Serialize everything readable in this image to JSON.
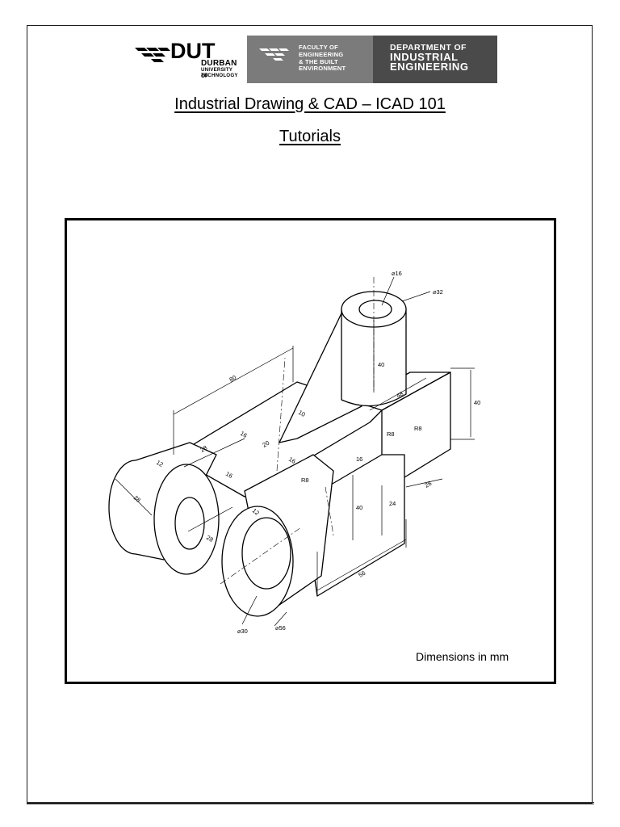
{
  "header": {
    "dut_logo": {
      "word": "DUT",
      "line1": "DURBAN",
      "line2": "UNIVERSITY OF",
      "line3": "TECHNOLOGY"
    },
    "faculty_banner": {
      "line1": "FACULTY OF",
      "line2": "ENGINEERING",
      "line3": "& THE BUILT",
      "line4": "ENVIRONMENT",
      "color": "#7b7b7b"
    },
    "department_banner": {
      "line1": "DEPARTMENT OF",
      "line2": "INDUSTRIAL",
      "line3": "ENGINEERING",
      "color": "#4a4a4a"
    }
  },
  "document": {
    "title": "Industrial Drawing & CAD – ICAD 101",
    "subtitle": "Tutorials"
  },
  "drawing": {
    "note": "Dimensions in mm",
    "dimensions": {
      "dia_16": "⌀16",
      "dia_32": "⌀32",
      "dia_30": "⌀30",
      "dia_56": "⌀56",
      "d80": "80",
      "d40_boss": "40",
      "d48": "48",
      "d40_right": "40",
      "d10": "10",
      "d16_a": "16",
      "d28_a": "28",
      "d20": "20",
      "d16_b": "16",
      "d16_c": "16",
      "d16_d": "16",
      "d12_a": "12",
      "d28_b": "28",
      "d28_c": "28",
      "d12_b": "12",
      "r8_a": "R8",
      "r8_b": "R8",
      "r8_c": "R8",
      "d40_front": "40",
      "d24": "24",
      "d28_d": "28",
      "d56": "56"
    }
  }
}
